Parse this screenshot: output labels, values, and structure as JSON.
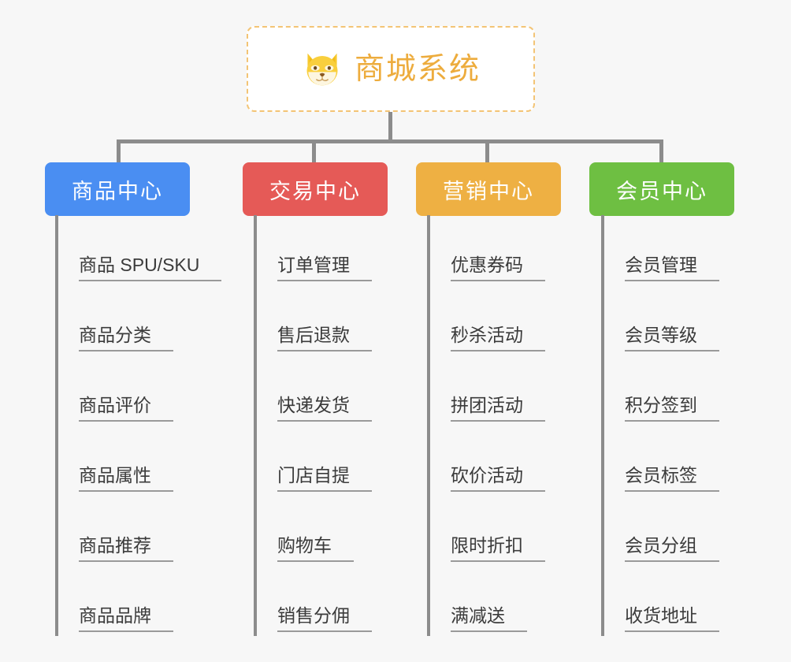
{
  "root": {
    "title": "商城系统",
    "icon": "shiba-dog-icon",
    "title_color": "#edac3d",
    "border_color": "#f3c475",
    "background": "#ffffff"
  },
  "canvas": {
    "background": "#f7f7f7",
    "connector_color": "#8c8c8c"
  },
  "branches": [
    {
      "label": "商品中心",
      "color": "#4a8ef2",
      "items": [
        "商品 SPU/SKU",
        "商品分类",
        "商品评价",
        "商品属性",
        "商品推荐",
        "商品品牌"
      ]
    },
    {
      "label": "交易中心",
      "color": "#e55a57",
      "items": [
        "订单管理",
        "售后退款",
        "快递发货",
        "门店自提",
        "购物车",
        "销售分佣"
      ]
    },
    {
      "label": "营销中心",
      "color": "#eeb043",
      "items": [
        "优惠券码",
        "秒杀活动",
        "拼团活动",
        "砍价活动",
        "限时折扣",
        "满减送"
      ]
    },
    {
      "label": "会员中心",
      "color": "#6ebf42",
      "items": [
        "会员管理",
        "会员等级",
        "积分签到",
        "会员标签",
        "会员分组",
        "收货地址"
      ]
    }
  ]
}
